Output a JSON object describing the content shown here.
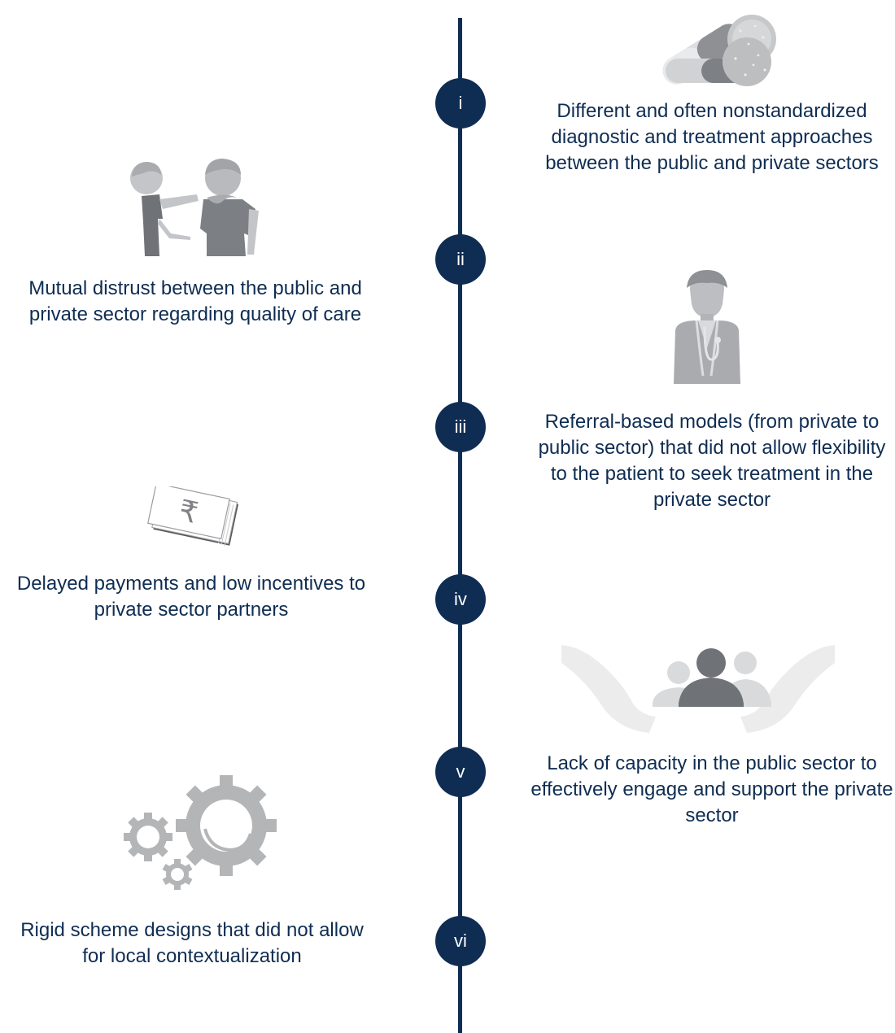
{
  "colors": {
    "accent": "#0f2d52",
    "icon_gray": "#a6a8ab",
    "icon_dark": "#717378",
    "icon_light": "#dcdddf"
  },
  "timeline": {
    "items": [
      {
        "numeral": "i",
        "icon": "pills-icon",
        "text": "Different and often nonstandardized diagnostic and treatment approaches between the public and private sectors"
      },
      {
        "numeral": "ii",
        "icon": "people-icon",
        "text": "Mutual distrust between the public and private sector regarding quality of care"
      },
      {
        "numeral": "iii",
        "icon": "doctor-icon",
        "text": "Referral-based models (from private to public sector) that did not allow flexibility to the patient to seek treatment in the private sector"
      },
      {
        "numeral": "iv",
        "icon": "money-icon",
        "text": "Delayed payments and low incentives to private sector partners"
      },
      {
        "numeral": "v",
        "icon": "support-icon",
        "text": "Lack of capacity in the public sector to effectively engage and support the private sector"
      },
      {
        "numeral": "vi",
        "icon": "gears-icon",
        "text": "Rigid scheme designs that did not allow for local contextualization"
      }
    ]
  }
}
